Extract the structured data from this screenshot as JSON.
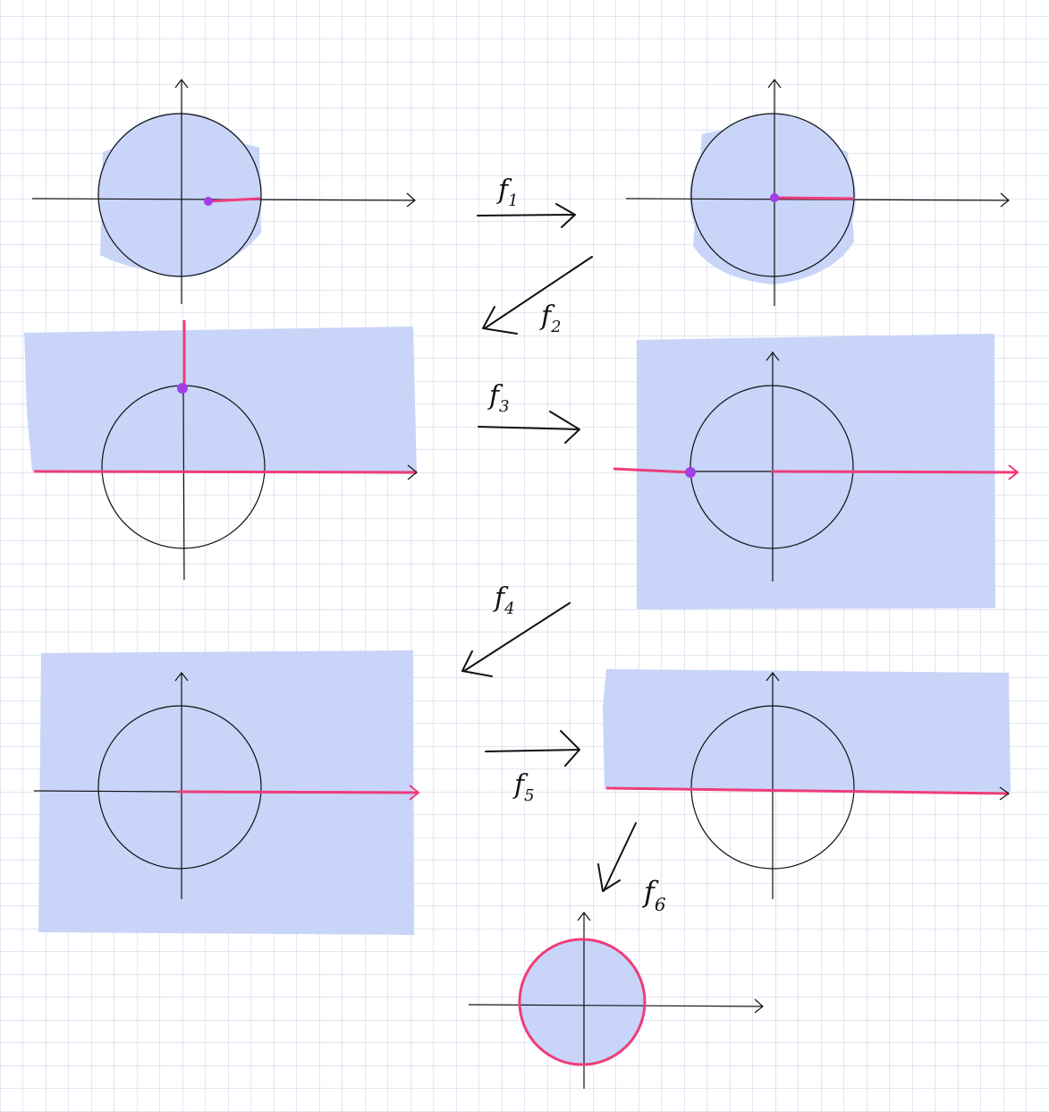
{
  "labels": {
    "f1": {
      "letter": "f",
      "sub": "1"
    },
    "f2": {
      "letter": "f",
      "sub": "2"
    },
    "f3": {
      "letter": "f",
      "sub": "3"
    },
    "f4": {
      "letter": "f",
      "sub": "4"
    },
    "f5": {
      "letter": "f",
      "sub": "5"
    },
    "f6": {
      "letter": "f",
      "sub": "6"
    }
  },
  "colors": {
    "paper": "#ffffff",
    "grid": "#c7cbe6",
    "fill": "#c8d4f8",
    "ink": "#111111",
    "cut": "#ee3d7a",
    "point": "#a13ee6"
  }
}
